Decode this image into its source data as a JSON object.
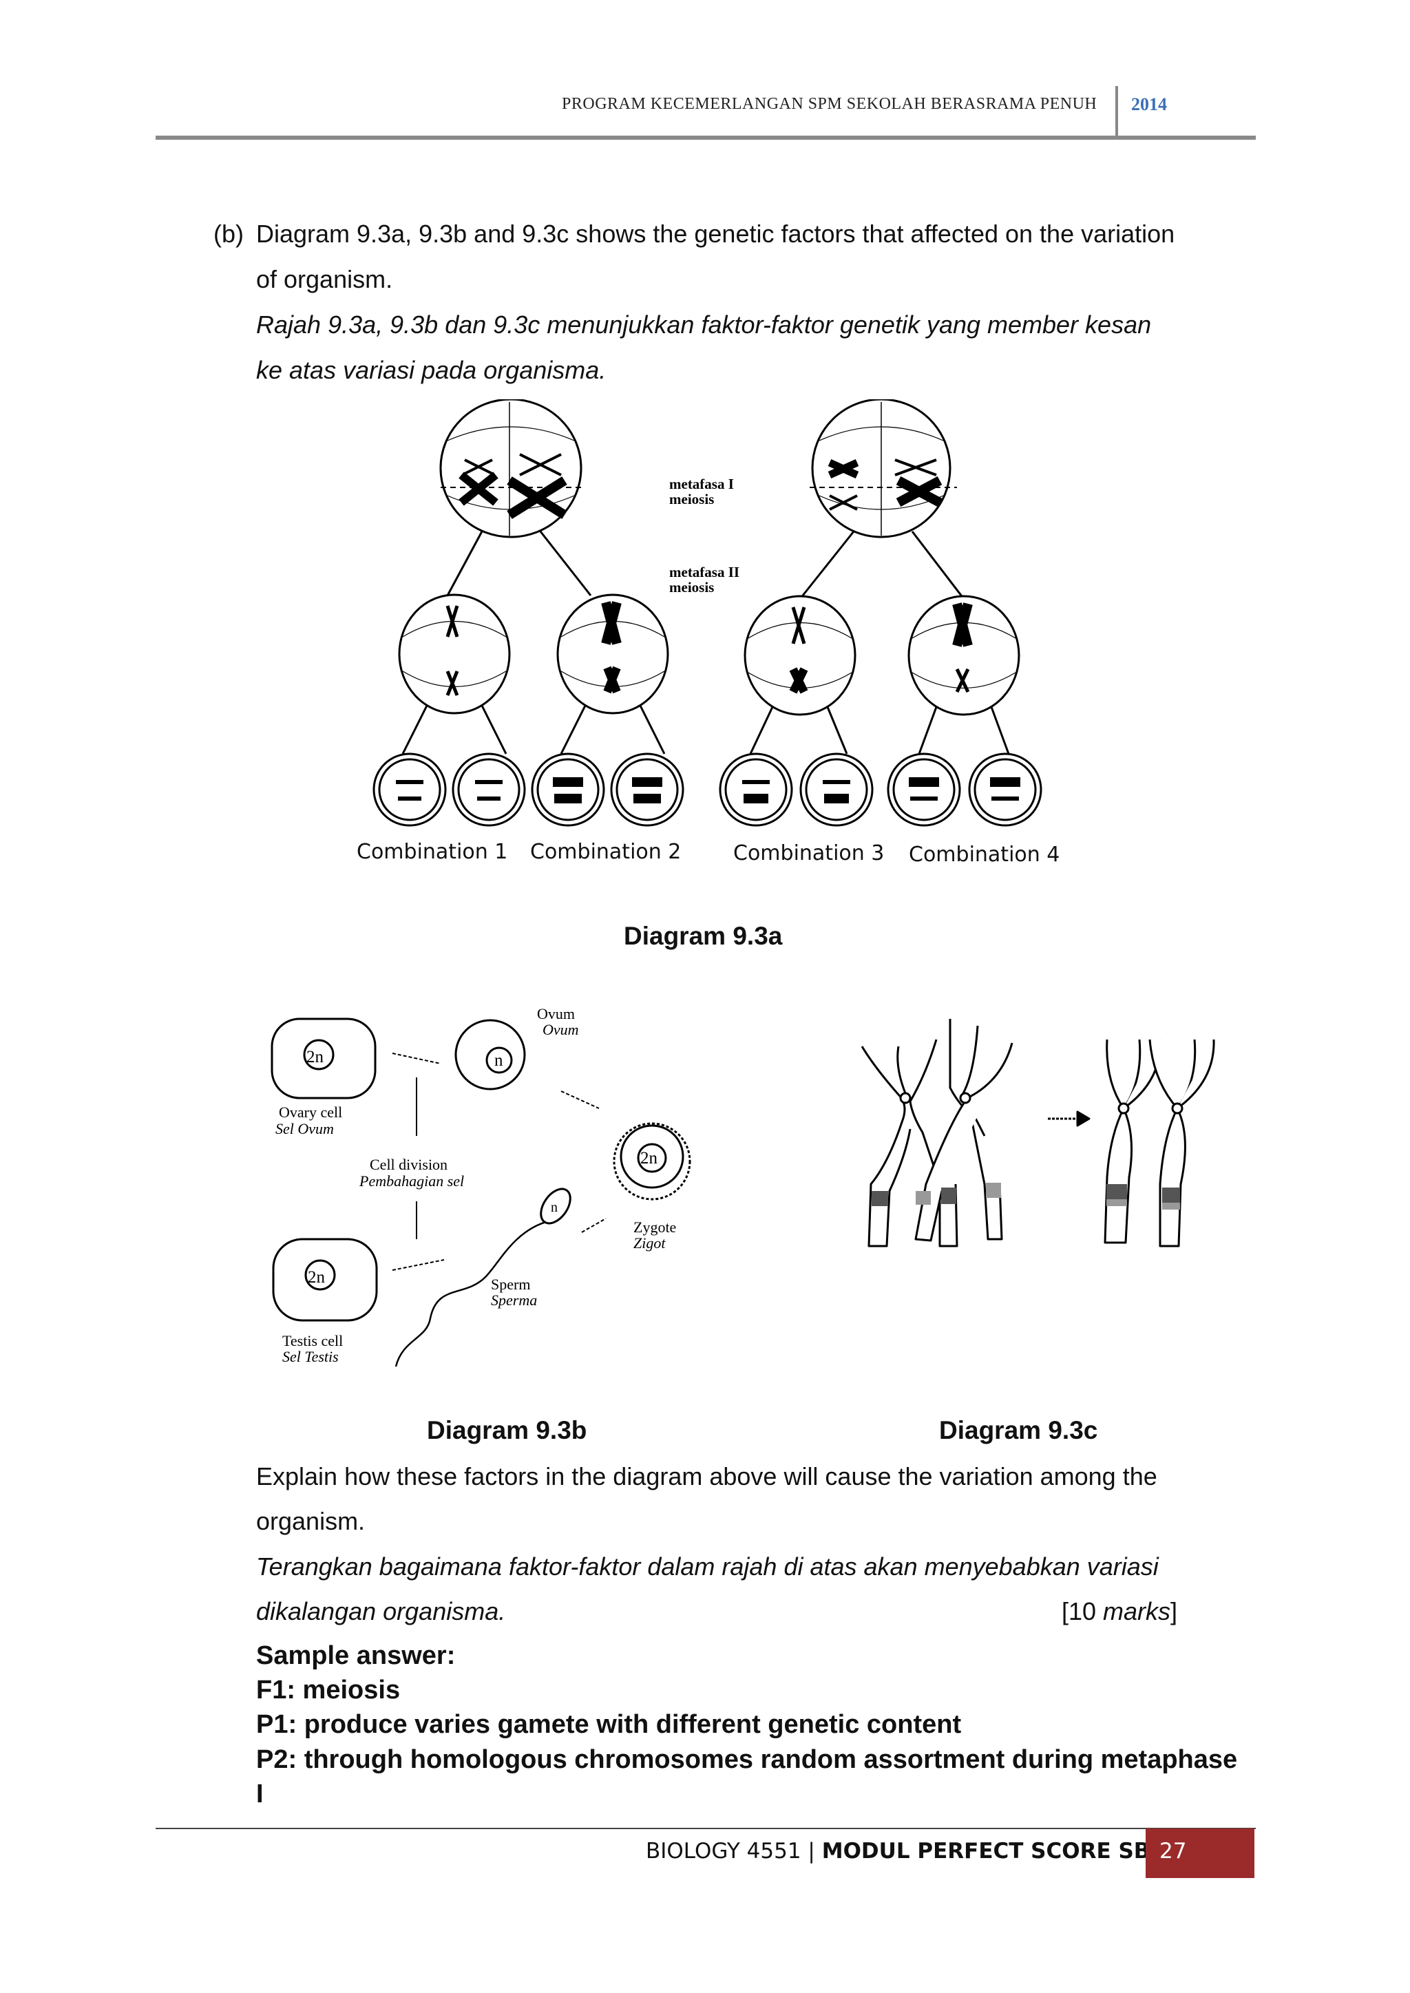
{
  "header": {
    "title": "PROGRAM KECEMERLANGAN SPM SEKOLAH BERASRAMA PENUH",
    "year": "2014"
  },
  "question": {
    "label": "(b)",
    "text_en_line1": "Diagram 9.3a, 9.3b and 9.3c shows the genetic factors that affected on the variation",
    "text_en_line2": "of organism.",
    "text_ms_line1": "Rajah 9.3a, 9.3b  dan 9.3c menunjukkan faktor-faktor genetik yang member  kesan",
    "text_ms_line2": "ke atas variasi pada organisma."
  },
  "diagram_a": {
    "metaphase1_line1": "metafasa I",
    "metaphase1_line2": "meiosis",
    "metaphase2_line1": "metafasa II",
    "metaphase2_line2": "meiosis",
    "combinations": [
      "Combination 1",
      "Combination 2",
      "Combination 3",
      "Combination 4"
    ],
    "caption": "Diagram 9.3a"
  },
  "diagram_b": {
    "ovum": "Ovum",
    "ovum_ms": "Ovum",
    "ovary_cell": "Ovary cell",
    "ovary_cell_ms": "Sel Ovum",
    "cell_division": "Cell division",
    "cell_division_ms": "Pembahagian sel",
    "zygote": "Zygote",
    "zygote_ms": "Zigot",
    "sperm": "Sperm",
    "sperm_ms": "Sperma",
    "testis_cell": "Testis cell",
    "testis_cell_ms": "Sel Testis",
    "diploid": "2n",
    "haploid": "n",
    "caption": "Diagram 9.3b"
  },
  "diagram_c": {
    "caption": "Diagram 9.3c"
  },
  "instruction": {
    "en_line1": "Explain how these factors in the diagram above will cause the variation among the",
    "en_line2": "organism.",
    "ms_line1": "Terangkan bagaimana faktor-faktor dalam rajah di atas akan menyebabkan variasi",
    "ms_line2": "dikalangan organisma.",
    "marks_open": "[10 ",
    "marks_word": "marks",
    "marks_close": "]"
  },
  "answer": {
    "heading": "Sample answer:",
    "f1": "F1: meiosis",
    "p1": "P1: produce varies gamete with different genetic content",
    "p2_line1": "P2: through homologous chromosomes random assortment during metaphase",
    "p2_line2": "I"
  },
  "footer": {
    "subject": "BIOLOGY 4551",
    "separator": "|",
    "module": "MODUL PERFECT SCORE SBP",
    "page_number": "27",
    "page_box_color": "#9b2a2a"
  }
}
